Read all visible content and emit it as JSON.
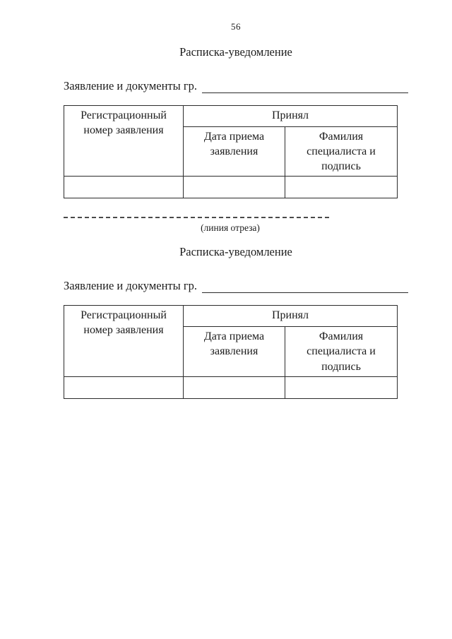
{
  "page": {
    "number": "56"
  },
  "cut_line": {
    "label": "(линия отреза)"
  },
  "sections": [
    {
      "title": "Расписка-уведомление",
      "field_label": "Заявление и документы гр.",
      "field_value": "",
      "table": {
        "col1_header": "Регистрационный номер заявления",
        "group_header": "Принял",
        "sub_headers": [
          "Дата приема заявления",
          "Фамилия специалиста и подпись"
        ],
        "rows": [
          [
            "",
            "",
            ""
          ]
        ]
      }
    },
    {
      "title": "Расписка-уведомление",
      "field_label": "Заявление и документы гр.",
      "field_value": "",
      "table": {
        "col1_header": "Регистрационный номер заявления",
        "group_header": "Принял",
        "sub_headers": [
          "Дата приема заявления",
          "Фамилия специалиста и подпись"
        ],
        "rows": [
          [
            "",
            "",
            ""
          ]
        ]
      }
    }
  ]
}
